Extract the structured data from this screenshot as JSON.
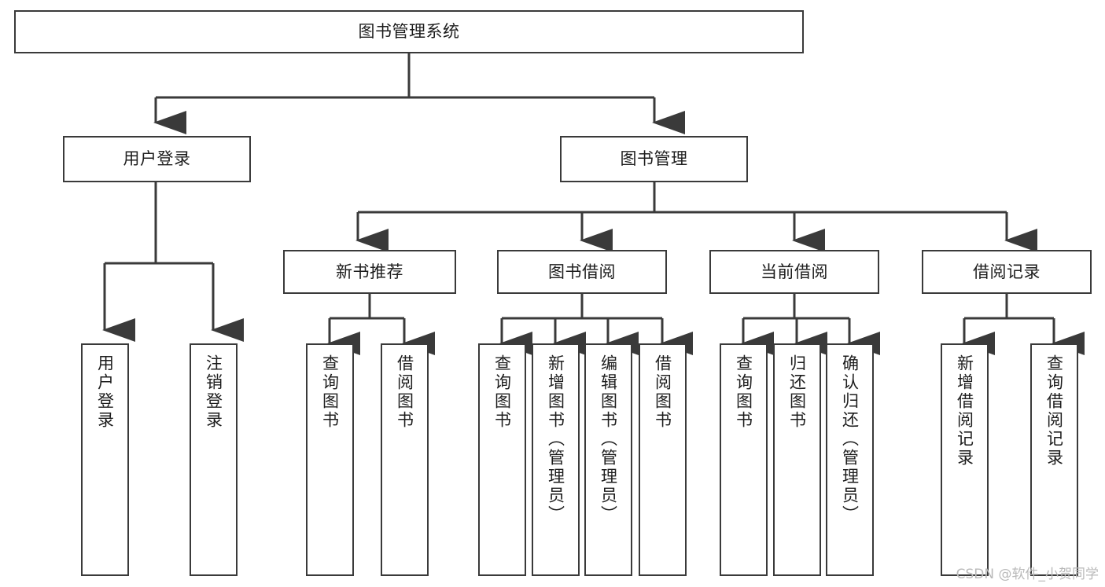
{
  "diagram": {
    "title": "图书管理系统",
    "type": "tree-hierarchy",
    "colors": {
      "stroke": "#3a3a3a",
      "fill": "#ffffff",
      "text": "#1d1d1d",
      "watermark": "#b9b9b9"
    },
    "levels": {
      "root": {
        "label": "图书管理系统"
      },
      "level1": [
        {
          "label": "用户登录"
        },
        {
          "label": "图书管理"
        }
      ],
      "level2": [
        {
          "label": "新书推荐"
        },
        {
          "label": "图书借阅"
        },
        {
          "label": "当前借阅"
        },
        {
          "label": "借阅记录"
        }
      ],
      "leaves": [
        {
          "label": "用户登录",
          "parent": "用户登录"
        },
        {
          "label": "注销登录",
          "parent": "用户登录"
        },
        {
          "label": "查询图书",
          "parent": "新书推荐"
        },
        {
          "label": "借阅图书",
          "parent": "新书推荐"
        },
        {
          "label": "查询图书",
          "parent": "图书借阅"
        },
        {
          "label": "新增图书（管理员）",
          "parent": "图书借阅"
        },
        {
          "label": "编辑图书（管理员）",
          "parent": "图书借阅"
        },
        {
          "label": "借阅图书",
          "parent": "图书借阅"
        },
        {
          "label": "查询图书",
          "parent": "当前借阅"
        },
        {
          "label": "归还图书",
          "parent": "当前借阅"
        },
        {
          "label": "确认归还（管理员）",
          "parent": "当前借阅"
        },
        {
          "label": "新增借阅记录",
          "parent": "借阅记录"
        },
        {
          "label": "查询借阅记录",
          "parent": "借阅记录"
        }
      ]
    }
  },
  "watermark": {
    "text": "CSDN @软件_小贺同学"
  }
}
